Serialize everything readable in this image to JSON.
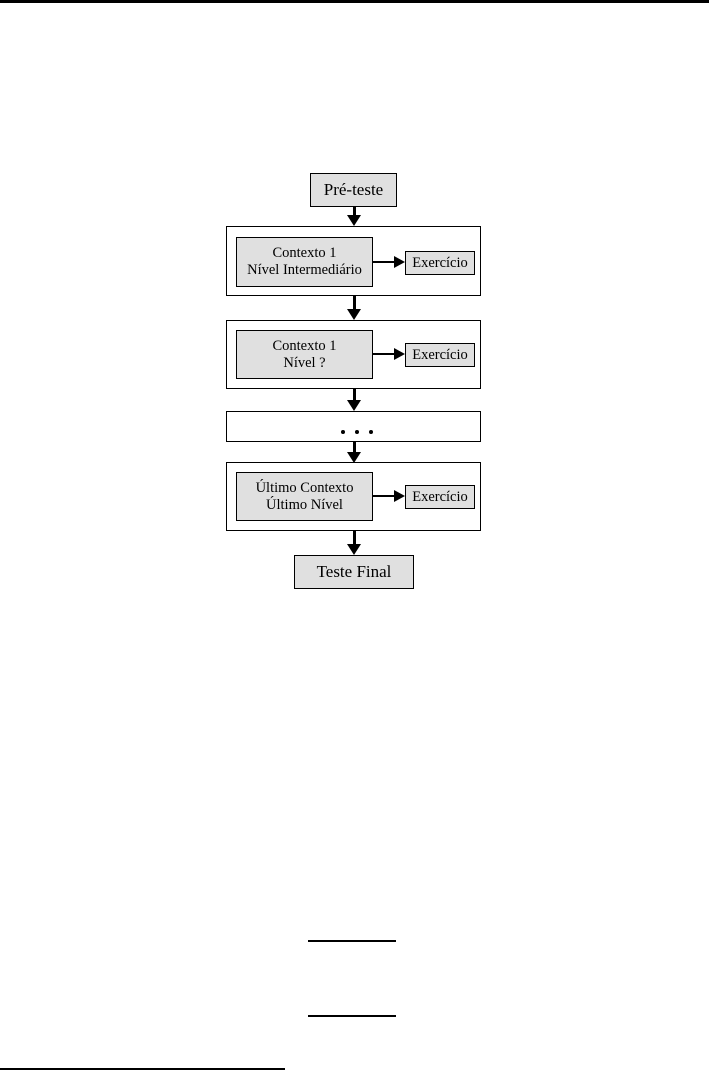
{
  "diagram": {
    "title_text": "",
    "colors": {
      "box_fill": "#e0e0e0",
      "box_border": "#000000",
      "background": "#ffffff",
      "arrow": "#000000"
    },
    "nodes": {
      "pretest": {
        "label": "Pré-teste"
      },
      "stage1": {
        "context_label": "Contexto 1\nNível Intermediário",
        "exercise_label": "Exercício"
      },
      "stage2": {
        "context_label": "Contexto 1\nNível ?",
        "exercise_label": "Exercício"
      },
      "ellipsis": {
        "label": "•••",
        "dot_count": 3
      },
      "stage_last": {
        "context_label": "Último Contexto\nÚltimo Nível",
        "exercise_label": "Exercício"
      },
      "final_test": {
        "label": "Teste Final"
      }
    },
    "flow_sequence": [
      "Pré-teste",
      "Contexto 1 / Nível Intermediário",
      "Contexto 1 / Nível ?",
      "...",
      "Último Contexto / Último Nível",
      "Teste Final"
    ]
  }
}
